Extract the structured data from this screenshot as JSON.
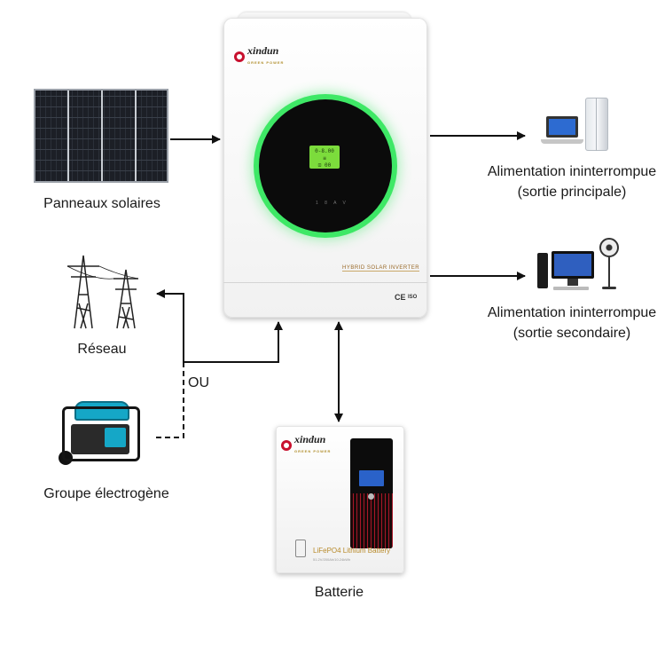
{
  "labels": {
    "solar_panels": "Panneaux solaires",
    "grid": "Réseau",
    "or": "OU",
    "generator": "Groupe électrogène",
    "battery": "Batterie",
    "ups_main_line1": "Alimentation ininterrompue",
    "ups_main_line2": "(sortie principale)",
    "ups_secondary_line1": "Alimentation ininterrompue",
    "ups_secondary_line2": "(sortie secondaire)"
  },
  "inverter": {
    "brand": "xindun",
    "brand_sub": "GREEN POWER",
    "model_text": "HYBRID SOLAR INVERTER",
    "lcd_line1": "0-8.00",
    "lcd_line2": "≡",
    "lcd_line3": "⊡ 00",
    "led_text": "1 8 A V",
    "cert_ce": "CE",
    "cert_iso": "ISO"
  },
  "battery": {
    "brand": "xindun",
    "brand_sub": "GREEN POWER",
    "name": "LiFePO4 Lithium Battery",
    "spec": "51.2V/200Ah/10.24kWh"
  },
  "colors": {
    "ring_glow": "#3ee866",
    "brand_red": "#c8102e",
    "generator_accent": "#15a7c7",
    "arrow": "#111111"
  },
  "icons": {
    "solar": "solar-panel-icon",
    "pylon": "power-pylon-icon",
    "generator": "generator-icon",
    "laptop": "laptop-icon",
    "fridge": "refrigerator-icon",
    "computer": "desktop-computer-icon",
    "fan": "fan-icon"
  }
}
